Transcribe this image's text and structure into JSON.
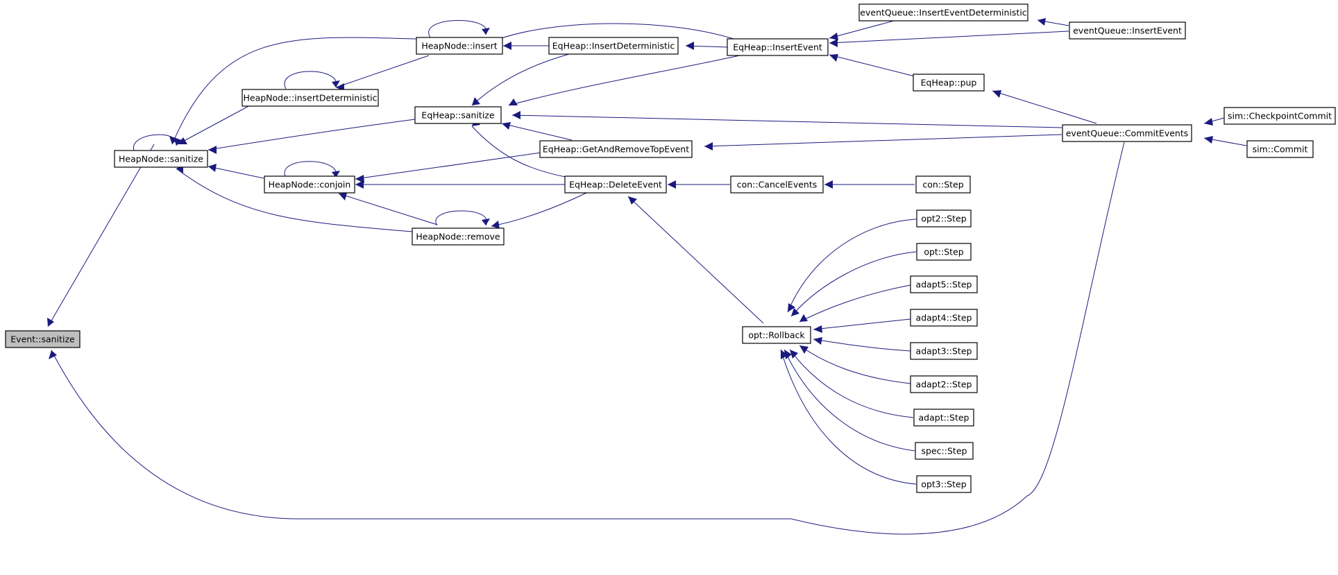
{
  "diagram": {
    "colors": {
      "edge": "#1a1a7e",
      "node_fill": "#ffffff",
      "highlight_fill": "#bfbfbf",
      "border": "#000000"
    },
    "nodes": {
      "event_sanitize": "Event::sanitize",
      "heapnode_sanitize": "HeapNode::sanitize",
      "heapnode_insert": "HeapNode::insert",
      "heapnode_insert_deterministic": "HeapNode::insertDeterministic",
      "eqheap_sanitize": "EqHeap::sanitize",
      "heapnode_conjoin": "HeapNode::conjoin",
      "heapnode_remove": "HeapNode::remove",
      "eqheap_insert_deterministic": "EqHeap::InsertDeterministic",
      "eqheap_insert_event": "EqHeap::InsertEvent",
      "eventqueue_insert_event_deterministic": "eventQueue::InsertEventDeterministic",
      "eventqueue_insert_event": "eventQueue::InsertEvent",
      "eqheap_pup": "EqHeap::pup",
      "eqheap_get_and_remove_top_event": "EqHeap::GetAndRemoveTopEvent",
      "eqheap_delete_event": "EqHeap::DeleteEvent",
      "con_cancel_events": "con::CancelEvents",
      "con_step": "con::Step",
      "eventqueue_commit_events": "eventQueue::CommitEvents",
      "sim_checkpoint_commit": "sim::CheckpointCommit",
      "sim_commit": "sim::Commit",
      "opt_rollback": "opt::Rollback",
      "opt2_step": "opt2::Step",
      "opt_step": "opt::Step",
      "adapt5_step": "adapt5::Step",
      "adapt4_step": "adapt4::Step",
      "adapt3_step": "adapt3::Step",
      "adapt2_step": "adapt2::Step",
      "adapt_step": "adapt::Step",
      "spec_step": "spec::Step",
      "opt3_step": "opt3::Step"
    }
  }
}
